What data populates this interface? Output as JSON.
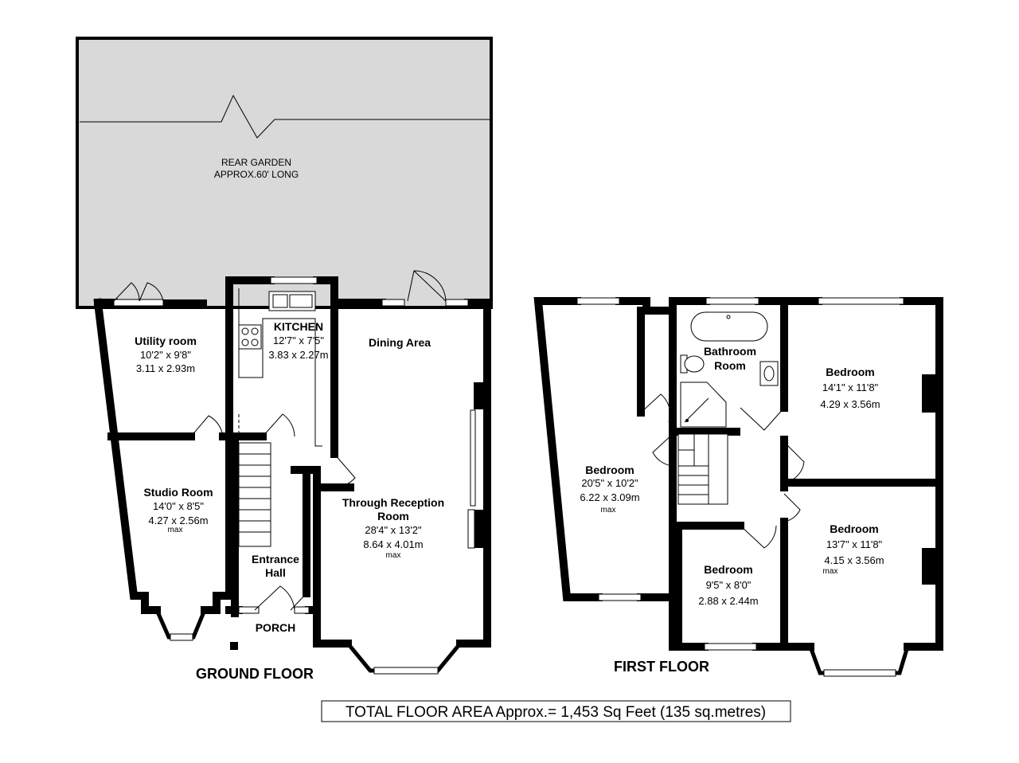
{
  "garden": {
    "line1": "REAR GARDEN",
    "line2": "APPROX.60' LONG"
  },
  "ground_floor": {
    "title": "GROUND FLOOR",
    "rooms": {
      "utility": {
        "name": "Utility room",
        "imperial": "10'2\" x 9'8\"",
        "metric": "3.11 x 2.93m"
      },
      "kitchen": {
        "name": "KITCHEN",
        "imperial": "12'7\" x 7'5\"",
        "metric": "3.83 x 2.27m"
      },
      "dining": {
        "name": "Dining Area"
      },
      "studio": {
        "name": "Studio Room",
        "imperial": "14'0\" x 8'5\"",
        "metric": "4.27 x 2.56m",
        "note": "max"
      },
      "reception": {
        "name_line1": "Through Reception",
        "name_line2": "Room",
        "imperial": "28'4\" x 13'2\"",
        "metric": "8.64 x 4.01m",
        "note": "max"
      },
      "entrance": {
        "name_line1": "Entrance",
        "name_line2": "Hall"
      },
      "porch": {
        "name": "PORCH"
      }
    }
  },
  "first_floor": {
    "title": "FIRST FLOOR",
    "rooms": {
      "bathroom": {
        "name_line1": "Bathroom",
        "name_line2": "Room"
      },
      "bed_left": {
        "name": "Bedroom",
        "imperial": "20'5\" x 10'2\"",
        "metric": "6.22 x 3.09m",
        "note": "max"
      },
      "bed_tr": {
        "name": "Bedroom",
        "imperial": "14'1\" x 11'8\"",
        "metric": "4.29 x 3.56m"
      },
      "bed_br": {
        "name": "Bedroom",
        "imperial": "13'7\" x 11'8\"",
        "metric": "4.15 x 3.56m",
        "note": "max"
      },
      "bed_small": {
        "name": "Bedroom",
        "imperial": "9'5\" x 8'0\"",
        "metric": "2.88 x 2.44m"
      }
    }
  },
  "total_area": "TOTAL FLOOR AREA Approx.= 1,453 Sq Feet (135 sq.metres)",
  "colors": {
    "garden_fill": "#d9d9d9",
    "wall": "#000000",
    "background": "#ffffff"
  }
}
